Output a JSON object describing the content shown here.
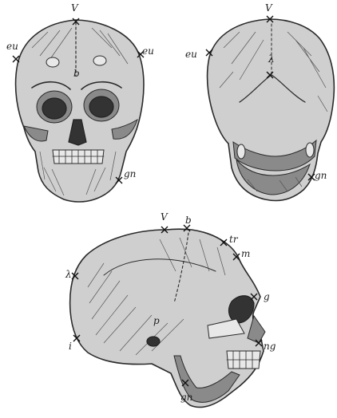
{
  "figure": {
    "front_view": {
      "labels": {
        "vertex": "V",
        "euryon_left": "eu",
        "euryon_right": "eu",
        "bregma": "b",
        "gnathion": "gn"
      }
    },
    "back_view": {
      "labels": {
        "vertex": "V",
        "euryon": "eu",
        "lambda": "λ",
        "gnathion": "gn"
      }
    },
    "side_view": {
      "labels": {
        "vertex": "V",
        "bregma": "b",
        "trichion": "tr",
        "metopion": "m",
        "glabella": "g",
        "lambda": "λ",
        "inion": "i",
        "nasion": "ng",
        "porion": "p",
        "gnathion": "gn"
      }
    }
  },
  "colors": {
    "ink": "#2a2a2a",
    "bone": "#cfcfcf",
    "paper": "#ffffff"
  }
}
